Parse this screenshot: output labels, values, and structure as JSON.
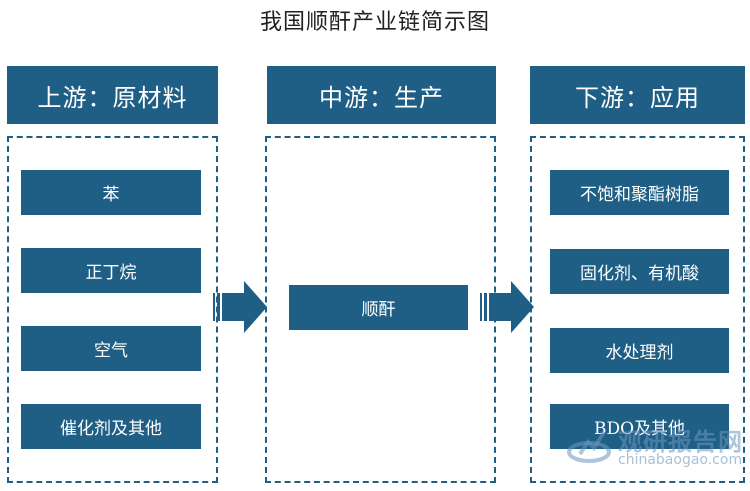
{
  "title": "我国顺酐产业链简示图",
  "columns": [
    {
      "header": "上游：原材料",
      "items": [
        "苯",
        "正丁烷",
        "空气",
        "催化剂及其他"
      ]
    },
    {
      "header": "中游：生产",
      "items": [
        "顺酐"
      ]
    },
    {
      "header": "下游：应用",
      "items": [
        "不饱和聚酯树脂",
        "固化剂、有机酸",
        "水处理剂",
        "BDO及其他"
      ]
    }
  ],
  "watermark": {
    "name": "观研报告网",
    "url": "chinabaogao.com"
  },
  "colors": {
    "primary": "#1f5f86"
  }
}
